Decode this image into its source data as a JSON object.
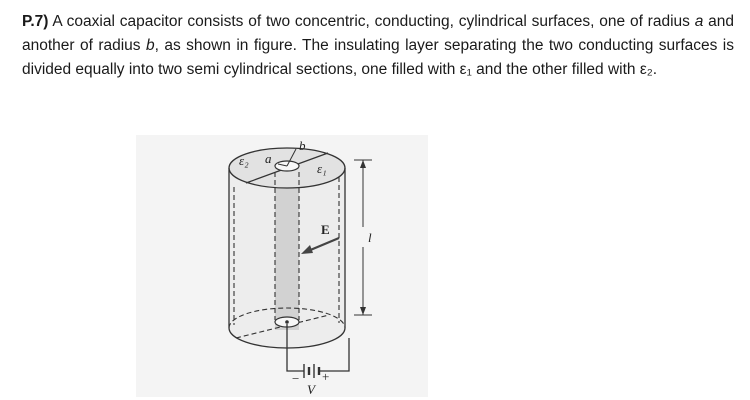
{
  "problem": {
    "label": "P.7)",
    "text_1": " A coaxial capacitor consists of two concentric, conducting, cylindrical surfaces, one of radius ",
    "var_a": "a",
    "text_2": " and another of radius ",
    "var_b": "b",
    "text_3": ", as shown in figure. The insulating layer separating the two conducting surfaces is divided equally into two semi cylindrical sections, one filled with ε₁ and the other filled with ε₂."
  },
  "figure": {
    "eps2": "ε₂",
    "eps1": "ε₁",
    "label_a": "a",
    "label_b": "b",
    "label_E": "E",
    "label_l": "l",
    "label_V": "V",
    "minus": "−",
    "plus": "+"
  }
}
